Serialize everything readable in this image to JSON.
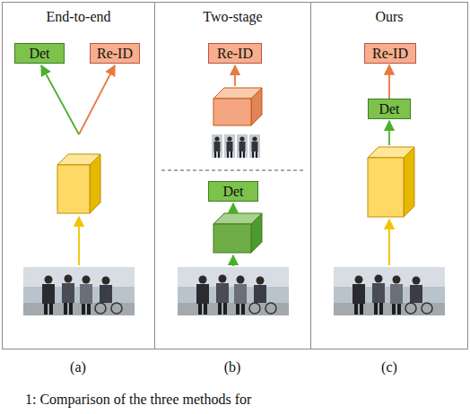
{
  "diagram": {
    "caption": "1: Comparison of the three methods for",
    "nodes": [
      {
        "text": [
          "End-to-end"
        ]
      },
      {
        "text": [
          "Det"
        ],
        "in": 0
      },
      {
        "text": [
          "Re-ID"
        ],
        "in": 0
      },
      {
        "text": [
          "Two-stage"
        ]
      },
      {
        "text": [
          "Re-ID"
        ],
        "in": 3
      },
      {
        "text": [
          "Det"
        ],
        "in": 3
      },
      {
        "text": [
          "Ours"
        ]
      },
      {
        "text": [
          "Re-ID"
        ],
        "in": 6
      },
      {
        "text": [
          "Det"
        ],
        "in": 6
      }
    ],
    "edges": [
      {
        "from": 8,
        "to": 7,
        "arrow": "to"
      }
    ],
    "labels": [
      "(a)",
      "(b)",
      "(c)"
    ]
  }
}
